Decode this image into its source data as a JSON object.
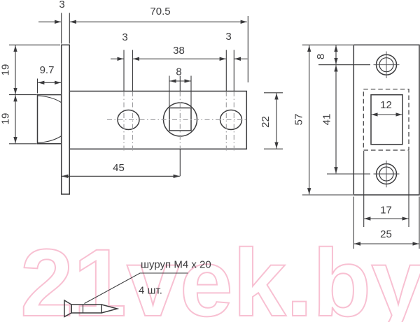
{
  "drawing": {
    "side_view": {
      "dim_plate_thickness": "3",
      "dim_overall_length": "70.5",
      "dim_bolt_width": "9.7",
      "dim_19_top": "19",
      "dim_19_bottom": "19",
      "dim_hole_left": "3",
      "dim_hole_spacing": "38",
      "dim_hole_right": "3",
      "dim_spindle_square": "8",
      "dim_body_height": "22",
      "dim_backset": "45"
    },
    "front_view": {
      "dim_screw_offset": "8",
      "dim_plate_height": "57",
      "dim_screw_spacing": "41",
      "dim_latch_hole_width": "12",
      "dim_cutout_width": "17",
      "dim_plate_width": "25"
    },
    "screw_note": {
      "label": "шуруп М4 x 20",
      "quantity": "4 шт."
    },
    "watermark": "21vek.by",
    "colors": {
      "line": "#3b3b3d",
      "centerline": "#9b9b9e",
      "watermark": "#f8c0d2",
      "background": "#ffffff"
    }
  }
}
